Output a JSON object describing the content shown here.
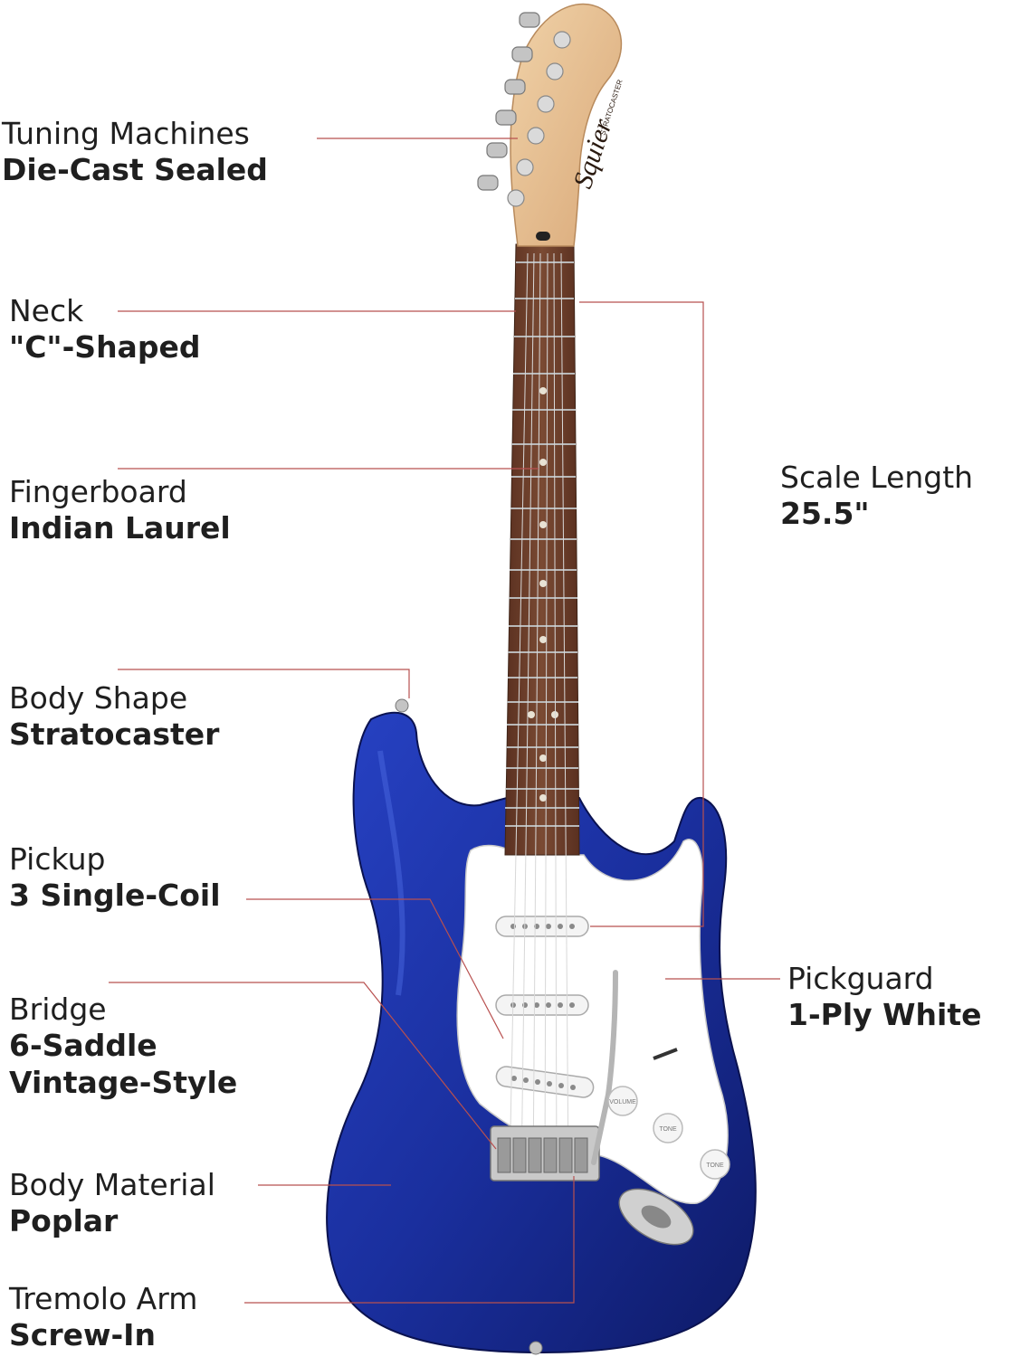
{
  "specs": [
    {
      "name": "Tuning Machines",
      "value": [
        "Die-Cast Sealed"
      ]
    },
    {
      "name": "Neck",
      "value": [
        "\"C\"-Shaped"
      ]
    },
    {
      "name": "Fingerboard",
      "value": [
        "Indian Laurel"
      ]
    },
    {
      "name": "Body Shape",
      "value": [
        "Stratocaster"
      ]
    },
    {
      "name": "Pickup",
      "value": [
        "3 Single-Coil"
      ]
    },
    {
      "name": "Bridge",
      "value": [
        "6-Saddle",
        "Vintage-Style"
      ]
    },
    {
      "name": "Body Material",
      "value": [
        "Poplar"
      ]
    },
    {
      "name": "Tremolo Arm",
      "value": [
        "Screw-In"
      ]
    },
    {
      "name": "Scale Length",
      "value": [
        "25.5\""
      ]
    },
    {
      "name": "Pickguard",
      "value": [
        "1-Ply White"
      ]
    }
  ],
  "guitar": {
    "brand": "Squier",
    "model": "STRATOCASTER",
    "knob_labels": [
      "VOLUME",
      "TONE",
      "TONE"
    ]
  },
  "colors": {
    "body": "#1a2f9e",
    "pickguard": "#ffffff",
    "fretboard": "#6b3e2a",
    "headstock": "#e6c29a",
    "leader_line": "#b8504f"
  }
}
